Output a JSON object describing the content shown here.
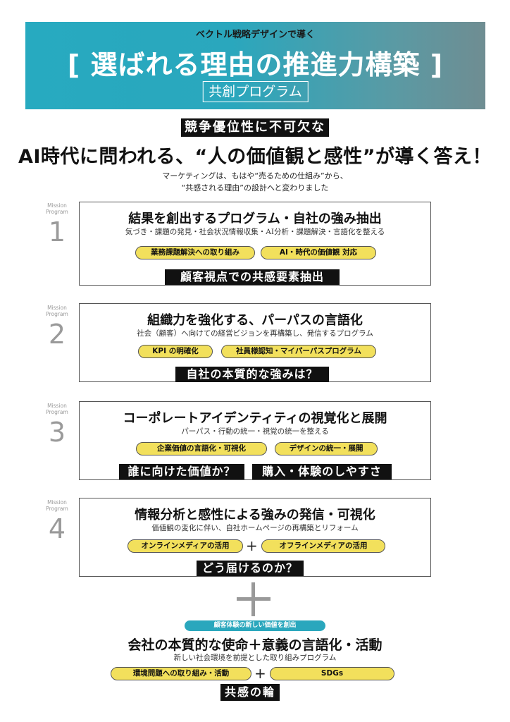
{
  "header": {
    "tagline": "ベクトル戦略デザインで導く",
    "title": "[ 選ばれる理由の推進力構築 ]",
    "subtitle": "共創プログラム"
  },
  "intro": {
    "label": "競争優位性に不可欠な",
    "headline": "AI時代に問われる、“人の価値観と感性”が導く答え！",
    "lead_line1": "マーケティングは、もはや“売るための仕組み”から、",
    "lead_line2": "“共感される理由”の設計へと変わりました"
  },
  "mission_tag_line1": "Mission",
  "mission_tag_line2": "Program",
  "missions": [
    {
      "number": "1",
      "title": "結果を創出するプログラム・自社の強み抽出",
      "description": "気づき・課題の発見・社会状況情報収集・AI分析・課題解決・言語化を整える",
      "pills": [
        "業務課題解決への取り組み",
        "AI・時代の価値観 対応"
      ],
      "labels": [
        "顧客視点での共感要素抽出"
      ]
    },
    {
      "number": "2",
      "title": "組織力を強化する、パーパスの言語化",
      "description": "社会（顧客）へ向けての経営ビジョンを再構築し、発信するプログラム",
      "pills": [
        "KPI の明確化",
        "社員様認知・マイパーパスプログラム"
      ],
      "labels": [
        "自社の本質的な強みは？"
      ]
    },
    {
      "number": "3",
      "title": "コーポレートアイデンティティの視覚化と展開",
      "description": "パーパス・行動の統一・視覚の統一を整える",
      "pills": [
        "企業価値の言語化・可視化",
        "デザインの統一・展開"
      ],
      "labels": [
        "誰に向けた価値か？",
        "購入・体験のしやすさ"
      ]
    },
    {
      "number": "4",
      "title": "情報分析と感性による強みの発信・可視化",
      "description": "価値観の変化に伴い、自社ホームページの再構築とリフォーム",
      "pills": [
        "オンラインメディアの活用",
        "オフラインメディアの活用"
      ],
      "plus": "+",
      "labels": [
        "どう届けるのか？"
      ]
    }
  ],
  "final": {
    "badge": "顧客体験の新しい価値を創出",
    "title": "会社の本質的な使命＋意義の言語化・活動",
    "description": "新しい社会環境を前提とした取り組みプログラム",
    "pills": [
      "環境問題への取り組み・活動",
      "SDGs"
    ],
    "plus": "+",
    "label": "共感の輪"
  },
  "colors": {
    "header_teal": "#27aac0",
    "header_grey": "#6f8d92",
    "pill_yellow": "#f2e05c",
    "label_black": "#111111",
    "mission_grey": "#9a9a9a"
  }
}
